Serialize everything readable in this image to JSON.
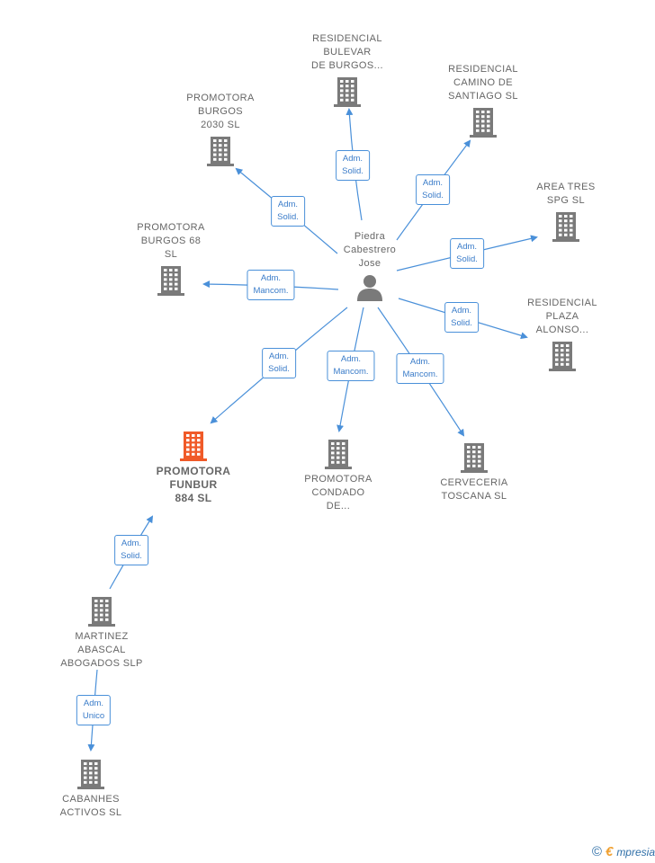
{
  "person": {
    "name": "Piedra\nCabestrero\nJose",
    "icon": "person-icon"
  },
  "companies": [
    {
      "id": "bulevar",
      "label": "RESIDENCIAL\nBULEVAR\nDE BURGOS...",
      "icon": "building-icon"
    },
    {
      "id": "santiago",
      "label": "RESIDENCIAL\nCAMINO DE\nSANTIAGO  SL",
      "icon": "building-icon"
    },
    {
      "id": "promotora2030",
      "label": "PROMOTORA\nBURGOS\n2030  SL",
      "icon": "building-icon"
    },
    {
      "id": "areatres",
      "label": "AREA TRES\nSPG  SL",
      "icon": "building-icon"
    },
    {
      "id": "burgos68",
      "label": "PROMOTORA\nBURGOS 68\nSL",
      "icon": "building-icon"
    },
    {
      "id": "alonso",
      "label": "RESIDENCIAL\nPLAZA\nALONSO...",
      "icon": "building-icon"
    },
    {
      "id": "funbur",
      "label": "PROMOTORA\nFUNBUR\n884  SL",
      "icon": "building-icon",
      "highlight_color": "#f05a28"
    },
    {
      "id": "condado",
      "label": "PROMOTORA\nCONDADO\nDE...",
      "icon": "building-icon"
    },
    {
      "id": "cerveceria",
      "label": "CERVECERIA\nTOSCANA  SL",
      "icon": "building-icon"
    },
    {
      "id": "martinez",
      "label": "MARTINEZ\nABASCAL\nABOGADOS  SLP",
      "icon": "building-icon"
    },
    {
      "id": "cabanhes",
      "label": "CABANHES\nACTIVOS  SL",
      "icon": "building-icon"
    }
  ],
  "relations": [
    {
      "from": "person",
      "to": "bulevar",
      "label": "Adm.\nSolid."
    },
    {
      "from": "person",
      "to": "santiago",
      "label": "Adm.\nSolid."
    },
    {
      "from": "person",
      "to": "promotora2030",
      "label": "Adm.\nSolid."
    },
    {
      "from": "person",
      "to": "areatres",
      "label": "Adm.\nSolid."
    },
    {
      "from": "person",
      "to": "burgos68",
      "label": "Adm.\nMancom."
    },
    {
      "from": "person",
      "to": "alonso",
      "label": "Adm.\nSolid."
    },
    {
      "from": "person",
      "to": "funbur",
      "label": "Adm.\nSolid."
    },
    {
      "from": "person",
      "to": "condado",
      "label": "Adm.\nMancom."
    },
    {
      "from": "person",
      "to": "cerveceria",
      "label": "Adm.\nMancom."
    },
    {
      "from": "martinez",
      "to": "funbur",
      "label": "Adm.\nSolid."
    },
    {
      "from": "martinez",
      "to": "cabanhes",
      "label": "Adm.\nUnico"
    }
  ],
  "colors": {
    "edge": "#4a90d9",
    "building": "#7a7a7a",
    "highlight": "#f05a28",
    "text": "#666666"
  },
  "brand": {
    "copyright": "©",
    "e": "€",
    "name": "mpresia"
  }
}
